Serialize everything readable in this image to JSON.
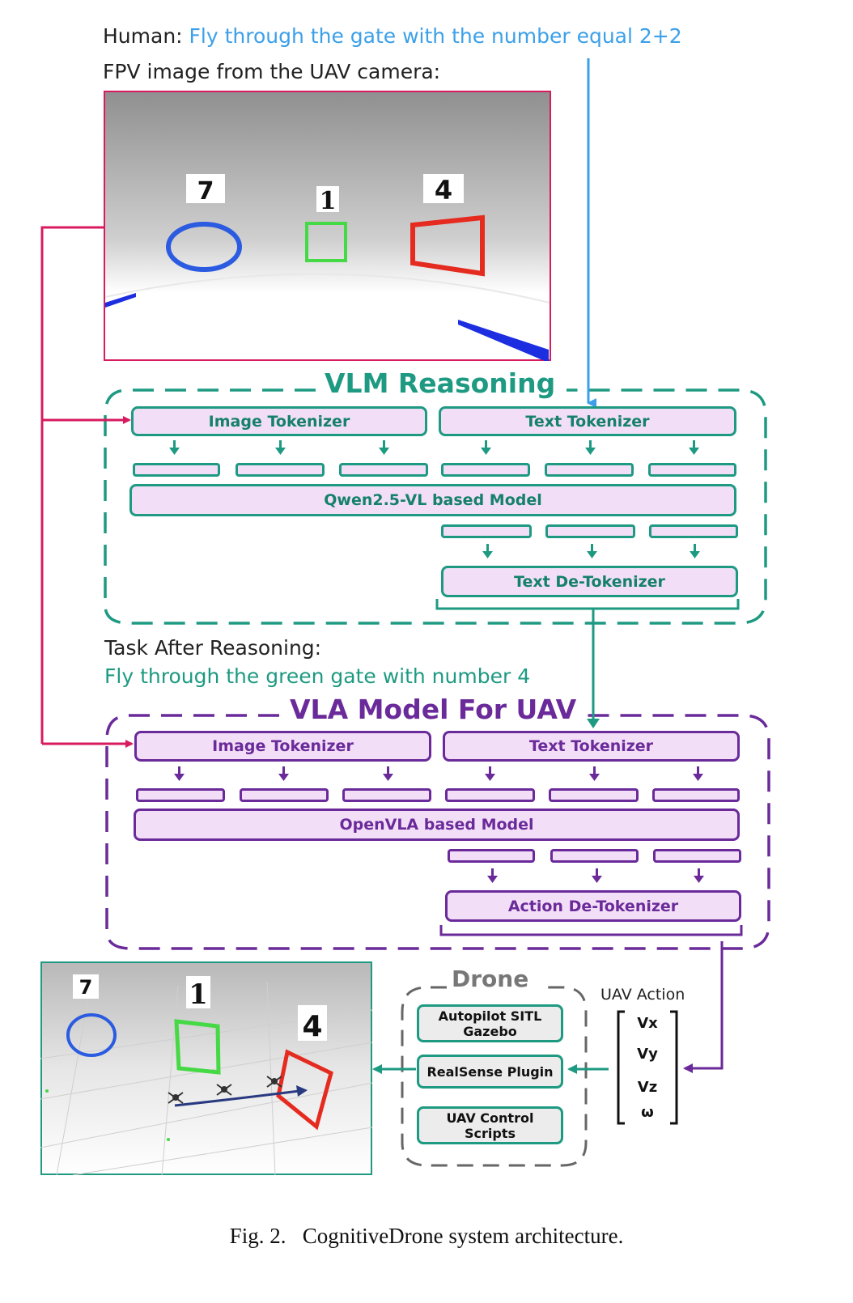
{
  "header": {
    "human_prefix": "Human:",
    "human_command": "Fly through the gate with the number equal 2+2",
    "fpv_label": "FPV image from the UAV camera:"
  },
  "fpv_scene": {
    "gate_numbers": [
      "7",
      "1",
      "4"
    ]
  },
  "vlm": {
    "title": "VLM Reasoning",
    "image_tokenizer": "Image Tokenizer",
    "text_tokenizer": "Text Tokenizer",
    "model": "Qwen2.5-VL based Model",
    "detokenizer": "Text De-Tokenizer"
  },
  "task": {
    "label": "Task After Reasoning:",
    "text": "Fly through the green gate with number 4"
  },
  "vla": {
    "title": "VLA Model For UAV",
    "image_tokenizer": "Image Tokenizer",
    "text_tokenizer": "Text Tokenizer",
    "model": "OpenVLA based Model",
    "detokenizer": "Action De-Tokenizer"
  },
  "drone": {
    "title": "Drone",
    "items": [
      "Autopilot SITL Gazebo",
      "RealSense Plugin",
      "UAV Control Scripts"
    ]
  },
  "uav_action": {
    "label": "UAV Action",
    "components": [
      "Vx",
      "Vy",
      "Vz",
      "ω"
    ]
  },
  "sim_scene": {
    "gate_numbers": [
      "7",
      "1",
      "4"
    ]
  },
  "caption": "Fig. 2.   CognitiveDrone system architecture.",
  "colors": {
    "green": "#1e9a82",
    "purple": "#6a2a9a",
    "blue_arrow": "#3ca0e8",
    "pink_arrow": "#d81b5f",
    "box_fill": "#f2dff7"
  }
}
